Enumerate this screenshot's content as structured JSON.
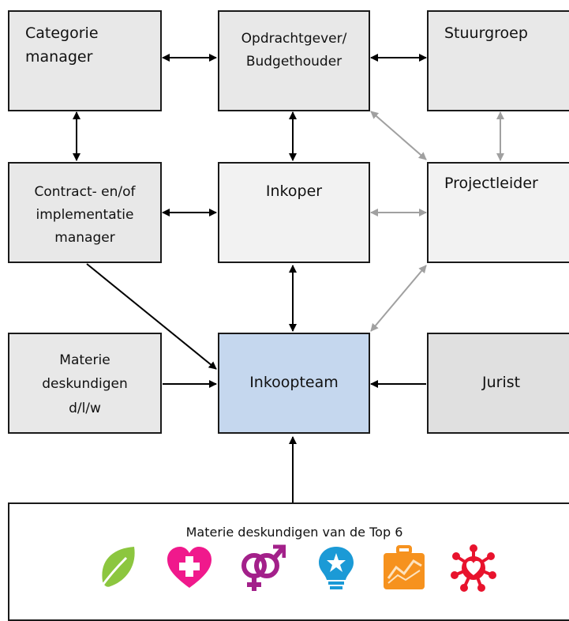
{
  "nodes": {
    "categorie": "Categorie\nmanager",
    "opdrachtgever": "Opdrachtgever/\nBudgethouder",
    "stuurgroep": "Stuurgroep",
    "contract": "Contract- en/of\nimplementatie\nmanager",
    "inkoper": "Inkoper",
    "projectleider": "Projectleider",
    "materie": "Materie\ndeskundigen\nd/l/w",
    "inkoopteam": "Inkoopteam",
    "jurist": "Jurist"
  },
  "top6": {
    "title": "Materie deskundigen van de Top 6",
    "icons": [
      "leaf-icon",
      "heart-plus-icon",
      "gender-icon",
      "lightbulb-star-icon",
      "chart-briefcase-icon",
      "network-heart-icon"
    ]
  },
  "colors": {
    "box_default": "#e8e8e8",
    "box_light": "#f2f2f2",
    "box_blue": "#c5d7ee",
    "box_jurist": "#e0e0e0",
    "arrow_black": "#000000",
    "arrow_grey": "#a0a0a0",
    "icon_green": "#8cc63f",
    "icon_pink": "#f0198c",
    "icon_purple": "#a3208a",
    "icon_blue": "#1b9ad6",
    "icon_orange": "#f6921e",
    "icon_red": "#e8132d"
  }
}
